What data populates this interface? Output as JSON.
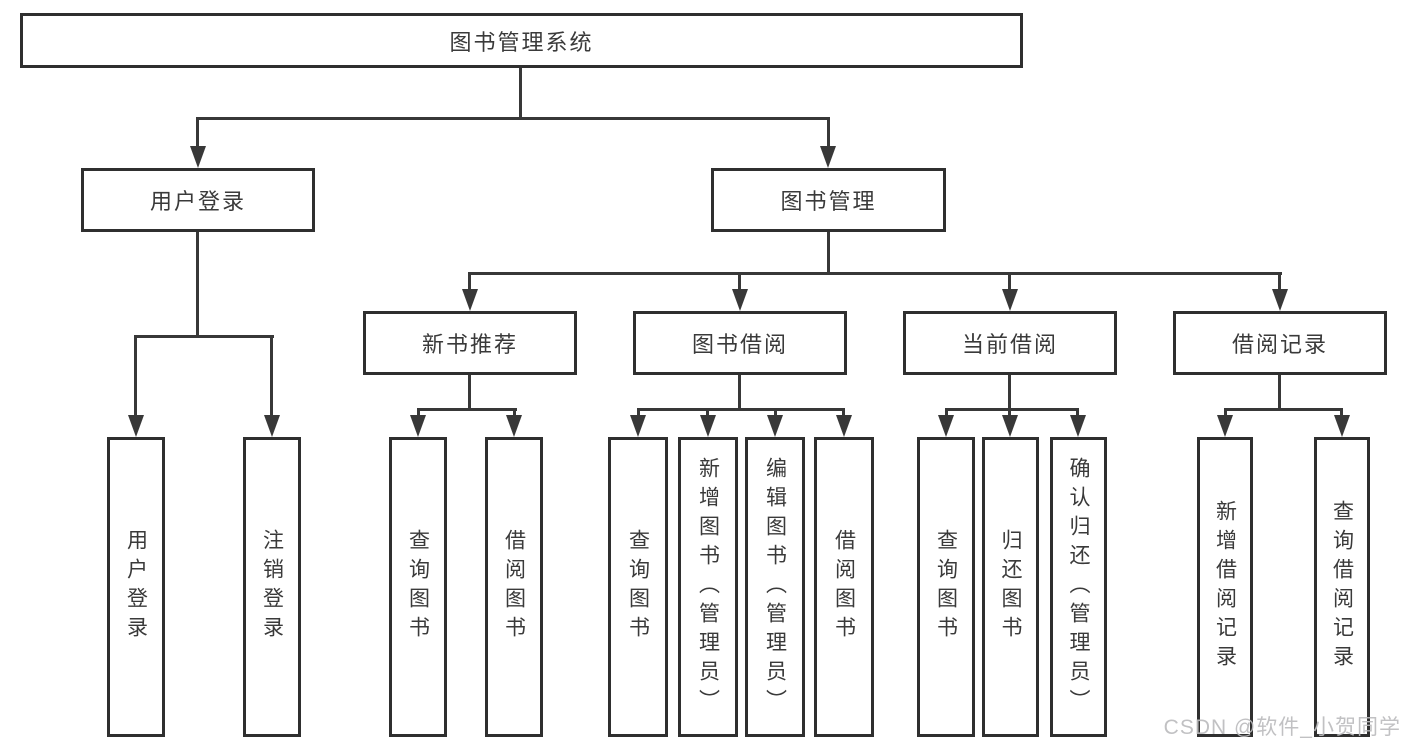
{
  "tree": {
    "root": "图书管理系统",
    "branches": [
      {
        "label": "用户登录",
        "children": [
          "用户登录",
          "注销登录"
        ]
      },
      {
        "label": "图书管理",
        "groups": [
          {
            "label": "新书推荐",
            "children": [
              "查询图书",
              "借阅图书"
            ]
          },
          {
            "label": "图书借阅",
            "children": [
              "查询图书",
              "新增图书（管理员）",
              "编辑图书（管理员）",
              "借阅图书"
            ]
          },
          {
            "label": "当前借阅",
            "children": [
              "查询图书",
              "归还图书",
              "确认归还（管理员）"
            ]
          },
          {
            "label": "借阅记录",
            "children": [
              "新增借阅记录",
              "查询借阅记录"
            ]
          }
        ]
      }
    ]
  },
  "watermark": "CSDN @软件_小贺同学",
  "colors": {
    "line": "#383838",
    "border": "#2f2f2f",
    "text": "#3a3a3a",
    "watermark": "#bcbcbe",
    "background": "#ffffff"
  }
}
